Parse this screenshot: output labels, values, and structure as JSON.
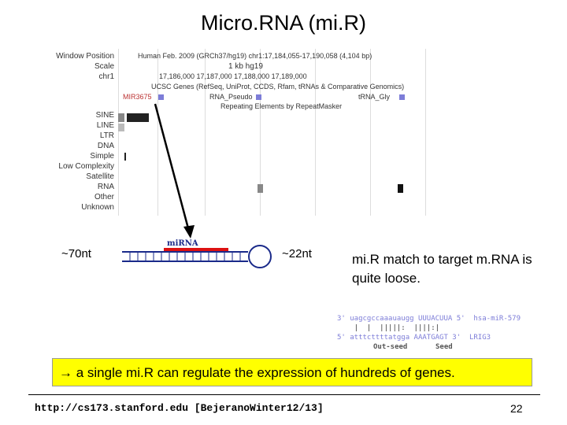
{
  "title": "Micro.RNA (mi.R)",
  "browser": {
    "header_lines": [
      "Human Feb. 2009 (GRCh37/hg19)  chr1:17,184,055-17,190,058 (4,104 bp)",
      "1 kb   hg19",
      "17,186,000        17,187,000        17,188,000        17,189,000"
    ],
    "gene_line": "UCSC Genes (RefSeq, UniProt, CCDS, Rfam, tRNAs & Comparative Genomics)",
    "features": [
      "MIR3675",
      "RNA_Pseudo",
      "tRNA_Gly"
    ],
    "repeat_line": "Repeating Elements by RepeatMasker",
    "row_labels": [
      "Window Position",
      "Scale",
      "chr1",
      "SINE",
      "LINE",
      "LTR",
      "DNA",
      "Simple",
      "Low Complexity",
      "Satellite",
      "RNA",
      "Other",
      "Unknown"
    ]
  },
  "hairpin": {
    "label_left": "~70nt",
    "label_mirna": "miRNA",
    "label_right": "~22nt"
  },
  "match_text": "mi.R match to target m.RNA is quite loose.",
  "seed": {
    "line1": "3' uagcgccaaauaugg UUUACUUA 5'  hsa-miR-579",
    "line2": "    |  |  |||||:  ||||:|",
    "line3": "5' atttcttttatgga AAATGAGT 3'  LRIG3",
    "out_seed": "Out-seed",
    "seed_label": "Seed"
  },
  "banner": "→ a single mi.R can regulate the expression of hundreds of genes.",
  "footer": {
    "url": "http://cs173.stanford.edu [BejeranoWinter12/13]",
    "page": "22"
  },
  "colors": {
    "banner": "#ffff00",
    "hairpin_red": "#dd1111",
    "hairpin_blue": "#1a2a8a",
    "feature_blue": "#7d7dd8"
  }
}
